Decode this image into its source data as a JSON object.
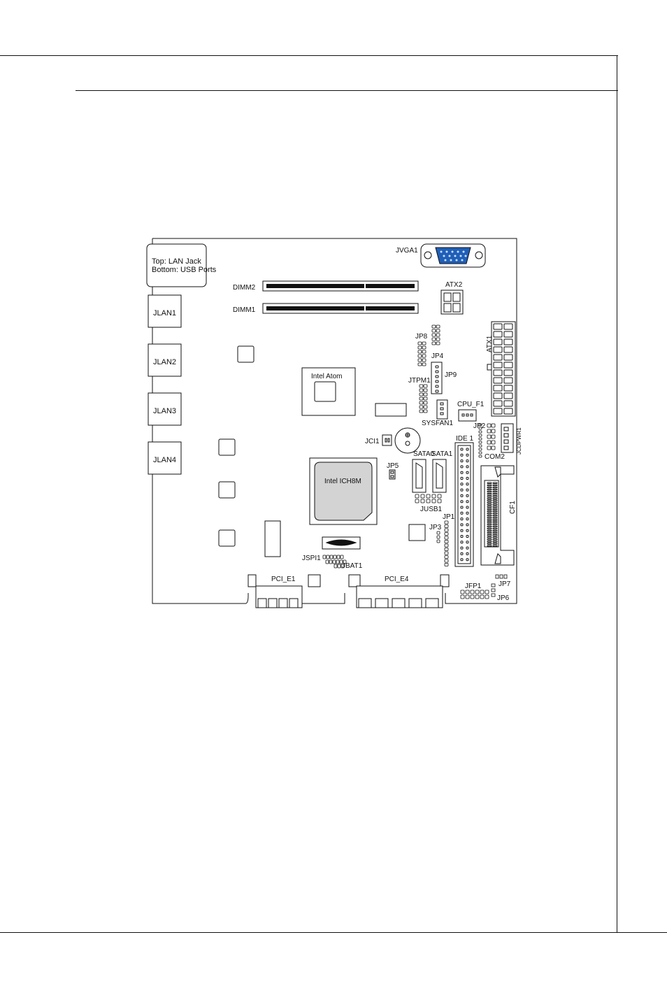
{
  "board": {
    "callout": {
      "line1": "Top: LAN Jack",
      "line2": "Bottom: USB Ports"
    },
    "labels": {
      "jvga1": "JVGA1",
      "dimm2": "DIMM2",
      "dimm1": "DIMM1",
      "atx2": "ATX2",
      "atx1": "ATX1",
      "jlan1": "JLAN1",
      "jlan2": "JLAN2",
      "jlan3": "JLAN3",
      "jlan4": "JLAN4",
      "cpu": "Intel Atom",
      "southbridge": "Intel ICH8M",
      "jp8": "JP8",
      "jp4": "JP4",
      "jp9": "JP9",
      "jtpm1": "JTPM1",
      "sysfan1": "SYSFAN1",
      "cpu_f1": "CPU_F1",
      "jp2": "JP2",
      "jcdpwr1": "JCDPWR1",
      "com2": "COM2",
      "jci1": "JCI1",
      "ide1": "IDE 1",
      "sata0": "SATA0",
      "sata1": "SATA1",
      "jp5": "JP5",
      "jusb1": "JUSB1",
      "jp1": "JP1",
      "jp3": "JP3",
      "cf1": "CF1",
      "jspi1": "JSPI1",
      "jbat1": "JBAT1",
      "pci_e1": "PCI_E1",
      "pci_e4": "PCI_E4",
      "jfp1": "JFP1",
      "jp7": "JP7",
      "jp6": "JP6"
    }
  }
}
